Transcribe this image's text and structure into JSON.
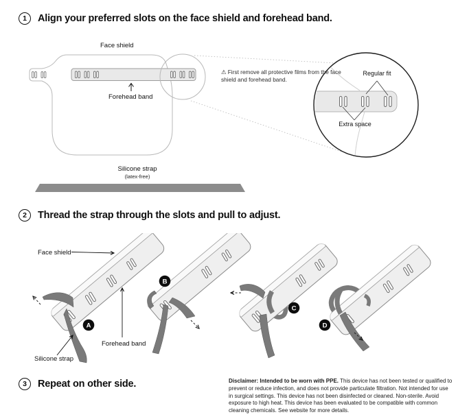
{
  "steps": [
    {
      "number": "1",
      "title": "Align your preferred slots on the face shield and forehead band."
    },
    {
      "number": "2",
      "title": "Thread the strap through the slots and pull to adjust."
    },
    {
      "number": "3",
      "title": "Repeat on other side."
    }
  ],
  "diagram_align": {
    "face_shield_label": "Face shield",
    "forehead_band_label": "Forehead band",
    "warning_note": "⚠ First remove all protective films from the face shield and forehead band.",
    "detail_view": {
      "regular_fit_label": "Regular fit",
      "extra_space_label": "Extra space"
    },
    "silicone_strap_label": "Silicone strap",
    "silicone_strap_note": "(latex-free)"
  },
  "diagram_thread": {
    "face_shield_label": "Face shield",
    "forehead_band_label": "Forehead band",
    "silicone_strap_label": "Silicone strap",
    "step_badges": [
      "A",
      "B",
      "C",
      "D"
    ]
  },
  "disclaimer": {
    "lead": "Disclaimer: Intended to be worn with PPE.",
    "body": " This device has not been tested or qualified to prevent or reduce infection, and does not provide particulate filtration. Not intended for use in surgical settings. This device has not been disinfected or cleaned. Non-sterile. Avoid exposure to high heat. This device has been evaluated to be compatible with common cleaning chemicals. See website for more details."
  },
  "colors": {
    "band_fill": "#eeeeee",
    "band_stroke": "#8f8f8f",
    "strap_fill": "#7a7a7a",
    "detail_circle_stroke": "#1d1d1d",
    "light_outline": "#b8b8b8"
  }
}
